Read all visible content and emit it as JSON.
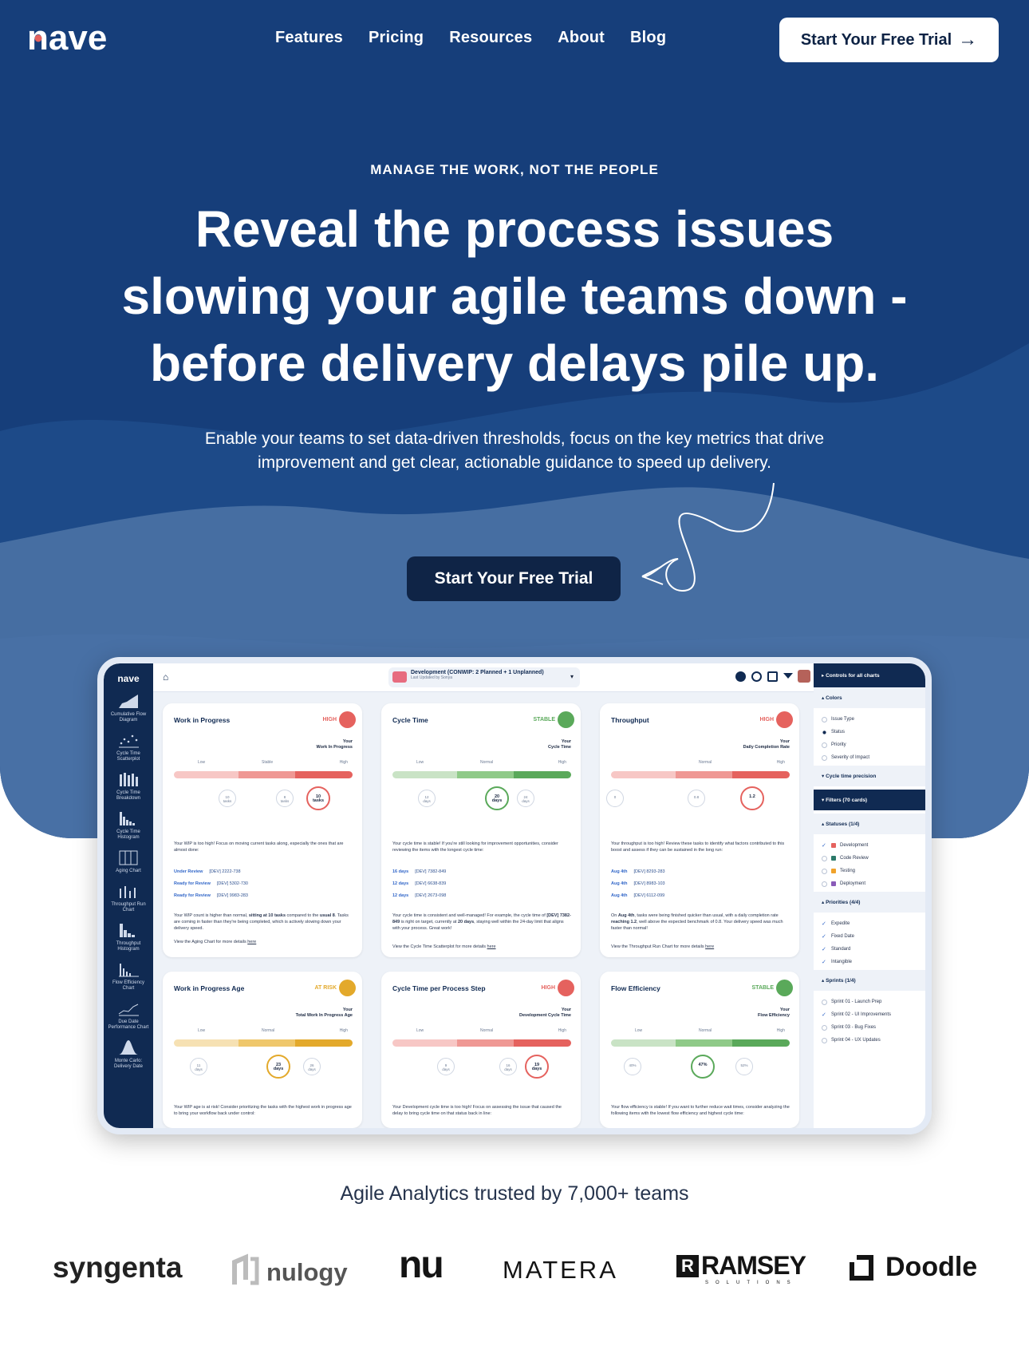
{
  "nav": {
    "brand": "nave",
    "links": [
      "Features",
      "Pricing",
      "Resources",
      "About",
      "Blog"
    ],
    "cta": "Start Your Free Trial",
    "cta_arrow": "→"
  },
  "hero": {
    "eyebrow": "MANAGE THE WORK, NOT THE PEOPLE",
    "headline_1": "Reveal the process issues",
    "headline_2": "slowing your agile teams down -",
    "headline_3": "before delivery delays pile up.",
    "sub": "Enable your teams to set data-driven thresholds, focus on the key metrics that drive improvement and get clear, actionable guidance to speed up delivery.",
    "cta": "Start Your Free Trial"
  },
  "app": {
    "brand": "nave",
    "team_title": "Development (CONWIP: 2 Planned + 1 Unplanned)",
    "team_sub": "Last Updated by Sonya",
    "left_items": [
      "Cumulative Flow Diagram",
      "Cycle Time Scatterplot",
      "Cycle Time Breakdown",
      "Cycle Time Histogram",
      "Aging Chart",
      "Throughput Run Chart",
      "Throughput Histogram",
      "Flow Efficiency Chart",
      "Due Date Performance Chart",
      "Monte Carlo: Delivery Date"
    ],
    "cards": [
      {
        "title": "Work in Progress",
        "status": "HIGH",
        "color": "#e5625e",
        "your": "Your",
        "your_metric": "Work In Progress",
        "labels": [
          "Low",
          "Stable",
          "High"
        ],
        "ticks": [
          [
            "10",
            "tasks"
          ],
          [
            "8",
            "tasks"
          ],
          [
            "10",
            "tasks"
          ]
        ],
        "desc": "Your WIP is too high! Focus on moving current tasks along, especially the ones that are almost done:",
        "rows": [
          [
            "Under Review",
            "[DEV] 2222-738"
          ],
          [
            "Ready for Review",
            "[DEV] 5302-730"
          ],
          [
            "Ready for Review",
            "[DEV] 9983-283"
          ]
        ],
        "desc2_a": "Your WIP count is higher than normal, ",
        "desc2_b": "sitting at 10 tasks",
        "desc2_c": " compared to the ",
        "desc2_d": "usual 8",
        "desc2_e": ". Tasks are coming in faster than they're being completed, which is actively slowing down your delivery speed.",
        "link_text": "View the Aging Chart for more details ",
        "link_word": "here"
      },
      {
        "title": "Cycle Time",
        "status": "STABLE",
        "color": "#5aa95a",
        "your": "Your",
        "your_metric": "Cycle Time",
        "labels": [
          "Low",
          "Normal",
          "High"
        ],
        "ticks": [
          [
            "12",
            "days"
          ],
          [
            "20",
            "days"
          ],
          [
            "24",
            "days"
          ]
        ],
        "desc": "Your cycle time is stable! If you're still looking for improvement opportunities, consider reviewing the items with the longest cycle time:",
        "rows": [
          [
            "16 days",
            "[DEV] 7382-849"
          ],
          [
            "12 days",
            "[DEV] 6638-839"
          ],
          [
            "12 days",
            "[DEV] 2673-098"
          ]
        ],
        "desc2_a": "Your cycle time is consistent and well-managed! For example, the cycle time of ",
        "desc2_b": "[DEV] 7382-849",
        "desc2_c": " is right on target, currently at ",
        "desc2_d": "20 days",
        "desc2_e": ", staying well within the 24-day limit that aligns with your process. Great work!",
        "link_text": "View the Cycle Time Scatterplot for more details ",
        "link_word": "here"
      },
      {
        "title": "Throughput",
        "status": "HIGH",
        "color": "#e5625e",
        "your": "Your",
        "your_metric": "Daily Completion Rate",
        "labels": [
          "",
          "Normal",
          "High"
        ],
        "ticks": [
          [
            "0",
            ""
          ],
          [
            "0.8",
            ""
          ],
          [
            "1.2",
            ""
          ]
        ],
        "desc": "Your throughput is too high! Review these tasks to identify what factors contributed to this boost and assess if they can be sustained in the long run:",
        "rows": [
          [
            "Aug 4th",
            "[DEV] 8293-283"
          ],
          [
            "Aug 4th",
            "[DEV] 8983-103"
          ],
          [
            "Aug 4th",
            "[DEV] 6112-099"
          ]
        ],
        "desc2_a": "On ",
        "desc2_b": "Aug 4th",
        "desc2_c": ", tasks were being finished quicker than usual, with a daily completion rate ",
        "desc2_d": "reaching 1.2",
        "desc2_e": ", well above the expected benchmark of 0.8. Your delivery speed was much faster than normal!",
        "link_text": "View the Throughput Run Chart for more details ",
        "link_word": "here"
      },
      {
        "title": "Work in Progress Age",
        "status": "AT RISK",
        "color": "#e3a92b",
        "your": "Your",
        "your_metric": "Total Work In Progress Age",
        "labels": [
          "Low",
          "Normal",
          "High"
        ],
        "ticks": [
          [
            "11",
            "days"
          ],
          [
            "23",
            "days"
          ],
          [
            "26",
            "days"
          ]
        ],
        "desc": "Your WIP age is at risk! Consider prioritizing the tasks with the highest work in progress age to bring your workflow back under control:"
      },
      {
        "title": "Cycle Time per Process Step",
        "status": "HIGH",
        "color": "#e5625e",
        "your": "Your",
        "your_metric": "Development Cycle Time",
        "labels": [
          "Low",
          "Normal",
          "High"
        ],
        "ticks": [
          [
            "9",
            "days"
          ],
          [
            "16",
            "days"
          ],
          [
            "19",
            "days"
          ]
        ],
        "desc": "Your Development cycle time is too high! Focus on assessing the issue that caused the delay to bring cycle time on that status back in line:"
      },
      {
        "title": "Flow Efficiency",
        "status": "STABLE",
        "color": "#5aa95a",
        "your": "Your",
        "your_metric": "Flow Efficiency",
        "labels": [
          "Low",
          "Normal",
          "High"
        ],
        "ticks": [
          [
            "40%",
            ""
          ],
          [
            "47%",
            ""
          ],
          [
            "52%",
            ""
          ]
        ],
        "desc": "Your flow efficiency is stable! If you want to further reduce wait times, consider analyzing the following items with the lowest flow efficiency and highest cycle time:"
      }
    ],
    "right": {
      "controls": "Controls for all charts",
      "colors": "Colors",
      "color_opts": [
        "Issue Type",
        "Status",
        "Priority",
        "Severity of Impact"
      ],
      "precision": "Cycle time precision",
      "filters": "Filters (70 cards)",
      "statuses": "Statuses (1/4)",
      "status_opts": [
        "Development",
        "Code Review",
        "Testing",
        "Deployment"
      ],
      "status_colors": [
        "#e5625e",
        "#2c7a6a",
        "#f0a22b",
        "#8a5bb8"
      ],
      "priorities": "Priorities (4/4)",
      "priority_opts": [
        "Expedite",
        "Fixed Date",
        "Standard",
        "Intangible"
      ],
      "sprints": "Sprints (1/4)",
      "sprint_opts": [
        "Sprint 01 - Launch Prep",
        "Sprint 02 - UI Improvements",
        "Sprint 03 - Bug Fixes",
        "Sprint 04 - UX Updates"
      ]
    }
  },
  "trusted": "Agile Analytics trusted by 7,000+ teams",
  "logos": [
    "syngenta",
    "nulogy",
    "nu",
    "MATERA",
    "RAMSEY",
    "SOLUTIONS",
    "Doodle"
  ],
  "colors": {
    "hero_bg": "#163e7a",
    "cta_dark": "#0f2446",
    "accent_red": "#e5625e"
  }
}
